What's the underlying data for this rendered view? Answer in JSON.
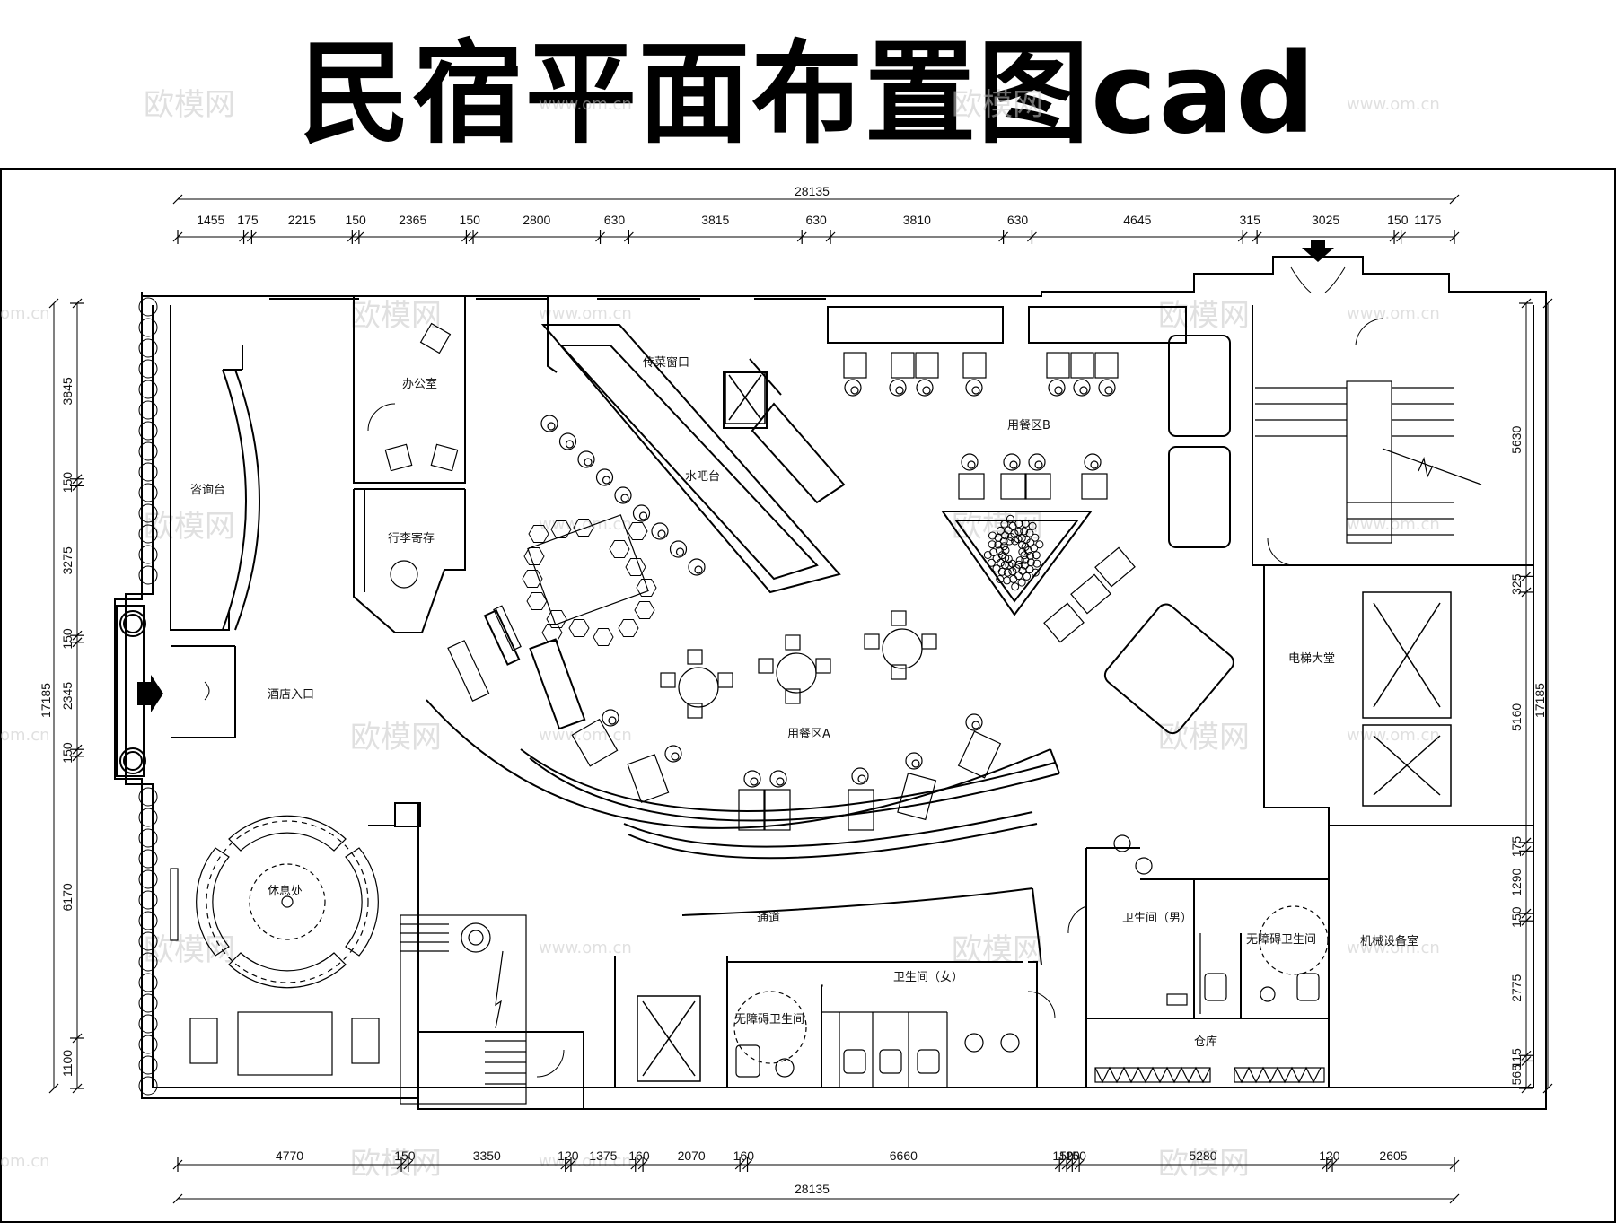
{
  "title": "民宿平面布置图cad",
  "watermark": {
    "brand": "欧模网",
    "url": "www.om.cn",
    "url_short": "om.cn"
  },
  "dimensions": {
    "overall_top": "28135",
    "overall_bottom": "28135",
    "overall_left": "17185",
    "overall_right": "17185",
    "top": [
      "1455",
      "175",
      "2215",
      "150",
      "2365",
      "150",
      "2800",
      "630",
      "3815",
      "630",
      "3810",
      "630",
      "4645",
      "315",
      "3025",
      "150",
      "1175"
    ],
    "bottom": [
      "4770",
      "150",
      "3350",
      "120",
      "1375",
      "160",
      "2070",
      "160",
      "6660",
      "150",
      "120",
      "150",
      "5280",
      "120",
      "2605"
    ],
    "left": [
      "3845",
      "150",
      "3275",
      "150",
      "2345",
      "150",
      "6170",
      "1100"
    ],
    "right": [
      "5630",
      "325",
      "5160",
      "175",
      "1290",
      "150",
      "2775",
      "115",
      "565"
    ]
  },
  "rooms": {
    "consult": "咨询台",
    "entrance": "酒店入口",
    "office": "办公室",
    "luggage": "行李寄存",
    "pass_window": "传菜窗口",
    "water_bar": "水吧台",
    "dining_b": "用餐区B",
    "dining_a": "用餐区A",
    "elevator_lobby": "电梯大堂",
    "rest": "休息处",
    "corridor": "通道",
    "wc_female": "卫生间（女）",
    "accessible_wc_1": "无障碍卫生间",
    "wc_male": "卫生间（男）",
    "accessible_wc_2": "无障碍卫生间",
    "mechanical": "机械设备室",
    "storage": "仓库"
  },
  "colors": {
    "line": "#000000",
    "watermark": "#c8c8c8"
  },
  "icons": [
    "entrance-arrow-icon",
    "stair-entry-arrow-icon",
    "tree-planter-icon"
  ]
}
